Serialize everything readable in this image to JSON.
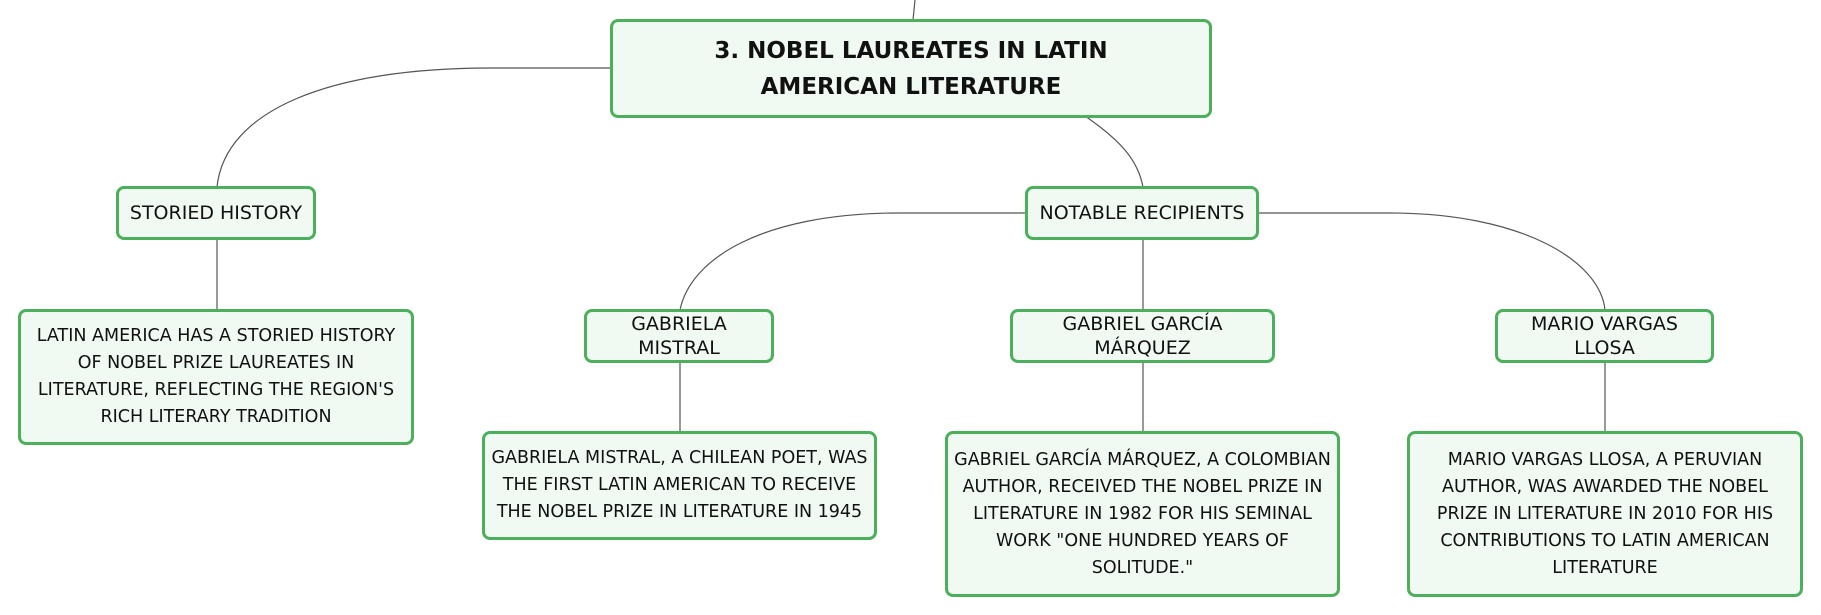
{
  "diagram": {
    "root": {
      "label": "3. NOBEL LAUREATES IN LATIN AMERICAN LITERATURE"
    },
    "storied_history": {
      "label": "STORIED HISTORY",
      "detail": "LATIN AMERICA HAS A STORIED HISTORY OF NOBEL PRIZE LAUREATES IN LITERATURE, REFLECTING THE REGION'S RICH LITERARY TRADITION"
    },
    "notable_recipients": {
      "label": "NOTABLE RECIPIENTS",
      "children": [
        {
          "label": "GABRIELA MISTRAL",
          "detail": "GABRIELA MISTRAL, A CHILEAN POET, WAS THE FIRST LATIN AMERICAN TO RECEIVE THE NOBEL PRIZE IN LITERATURE IN 1945"
        },
        {
          "label": "GABRIEL GARCÍA MÁRQUEZ",
          "detail": "GABRIEL GARCÍA MÁRQUEZ, A COLOMBIAN AUTHOR, RECEIVED THE NOBEL PRIZE IN LITERATURE IN 1982 FOR HIS SEMINAL WORK \"ONE HUNDRED YEARS OF SOLITUDE.\""
        },
        {
          "label": "MARIO VARGAS LLOSA",
          "detail": "MARIO VARGAS LLOSA, A PERUVIAN AUTHOR, WAS AWARDED THE NOBEL PRIZE IN LITERATURE IN 2010 FOR HIS CONTRIBUTIONS TO LATIN AMERICAN LITERATURE"
        }
      ]
    }
  },
  "colors": {
    "node_border": "#4caf5c",
    "node_fill": "#f0f9f2",
    "connector": "#555555",
    "text": "#111111"
  }
}
